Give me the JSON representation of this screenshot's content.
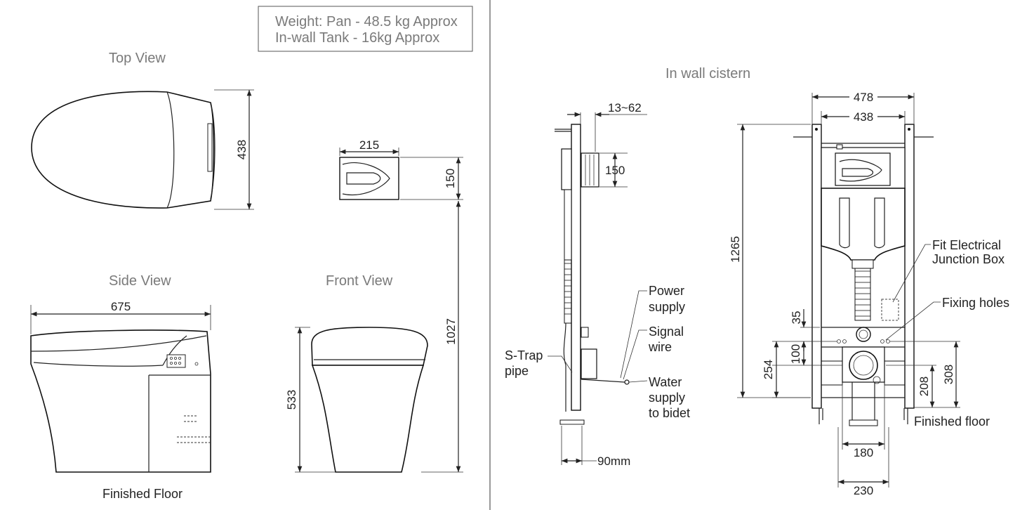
{
  "weight_box": {
    "line1": "Weight: Pan - 48.5 kg Approx",
    "line2": "In-wall Tank - 16kg  Approx"
  },
  "views": {
    "top_view": "Top View",
    "side_view": "Side View",
    "front_view": "Front View",
    "in_wall_cistern": "In wall cistern"
  },
  "dims": {
    "top_depth": "438",
    "flush_plate_width": "215",
    "flush_plate_height": "150",
    "side_length": "675",
    "front_height": "533",
    "total_height": "1027",
    "wall_thickness": "13~62",
    "plate_height_side": "150",
    "frame_depth": "90mm",
    "outer_width": "478",
    "inner_width": "438",
    "frame_height": "1265",
    "d35": "35",
    "d100": "100",
    "d254": "254",
    "d208": "208",
    "d308": "308",
    "d180": "180",
    "d230": "230"
  },
  "labels": {
    "power_supply": [
      "Power",
      "supply"
    ],
    "signal_wire": [
      "Signal",
      "wire"
    ],
    "water_supply": [
      "Water",
      "supply",
      "to bidet"
    ],
    "s_trap": [
      "S-Trap",
      "pipe"
    ],
    "junction_box": [
      "Fit Electrical",
      "Junction Box"
    ],
    "fixing_holes": "Fixing holes",
    "finished_floor_left": "Finished Floor",
    "finished_floor_right": "Finished floor"
  }
}
